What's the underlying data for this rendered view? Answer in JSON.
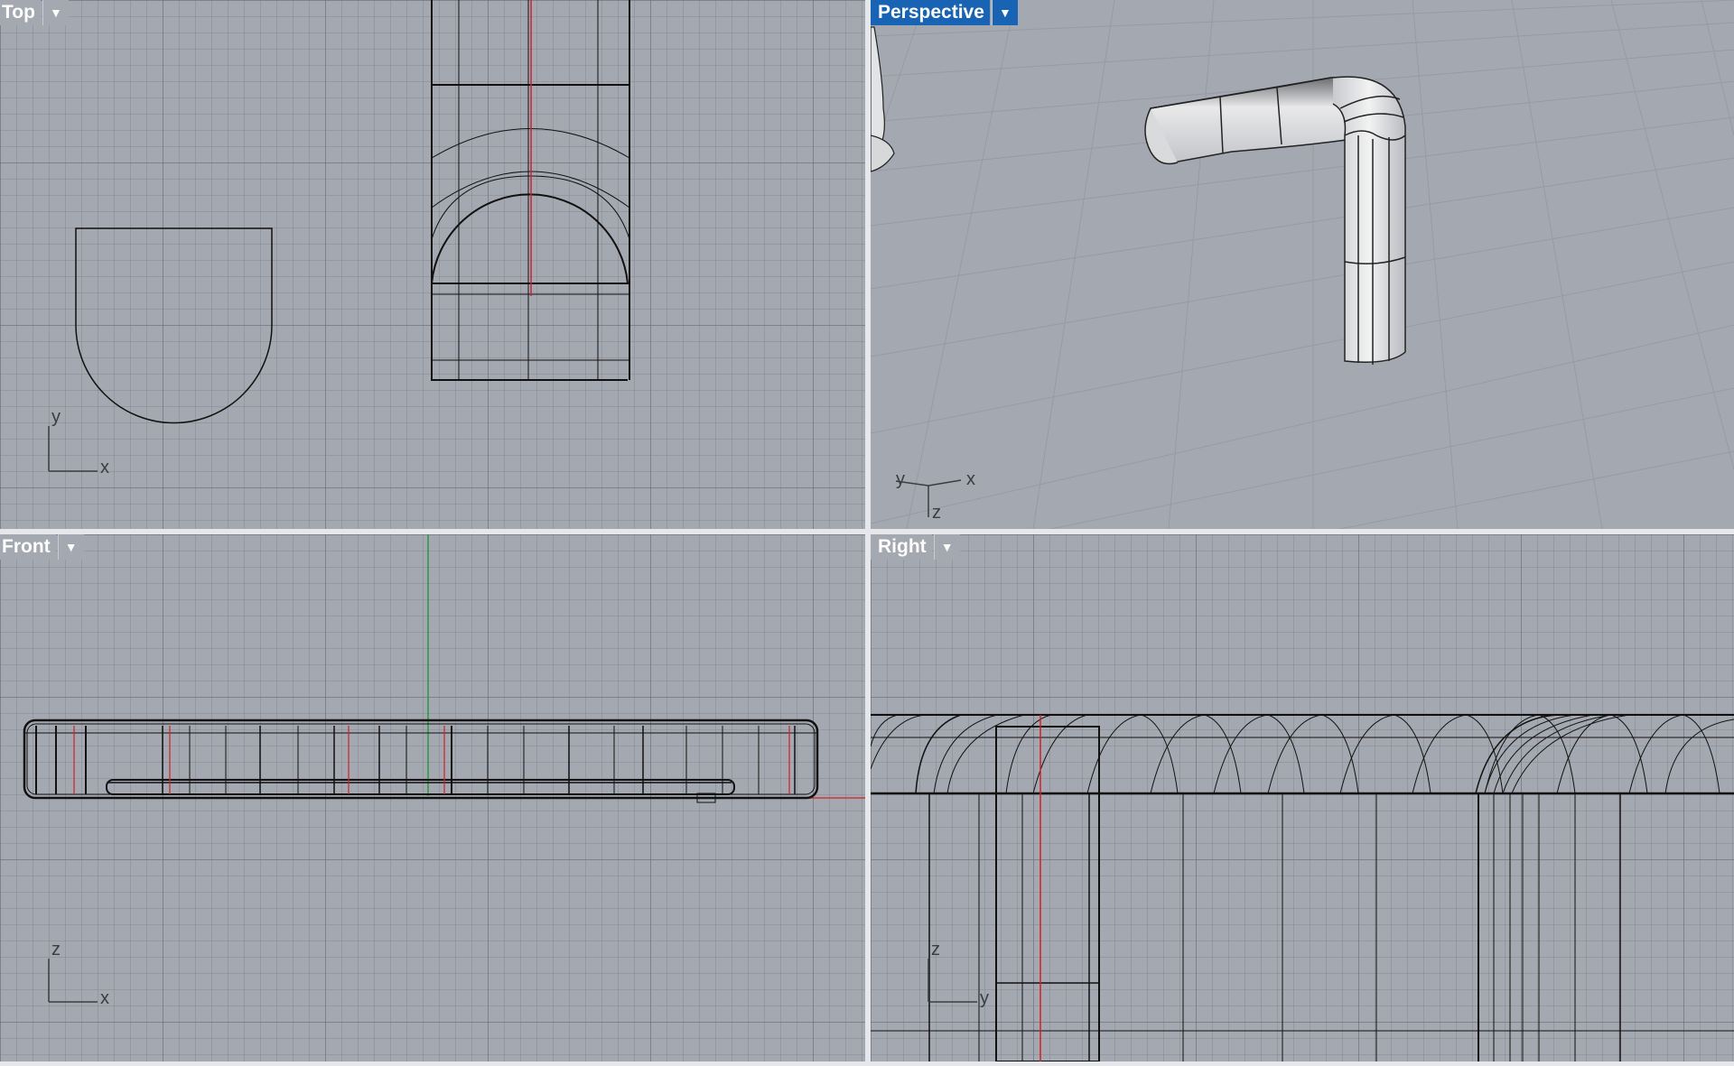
{
  "viewports": {
    "top": {
      "label": "Top",
      "axis_v": "y",
      "axis_h": "x"
    },
    "persp": {
      "label": "Perspective",
      "axis_a": "y",
      "axis_b": "x",
      "axis_c": "z"
    },
    "front": {
      "label": "Front",
      "axis_v": "z",
      "axis_h": "x"
    },
    "right": {
      "label": "Right",
      "axis_v": "z",
      "axis_h": "y"
    }
  },
  "icons": {
    "dropdown": "chevron-down-icon"
  },
  "colors": {
    "viewport_bg": "#a4a8b0",
    "active_label": "#1863b3",
    "x_axis": "#d0202a",
    "y_axis": "#2a9a3a",
    "wire": "#111111"
  },
  "active_viewport": "Perspective"
}
